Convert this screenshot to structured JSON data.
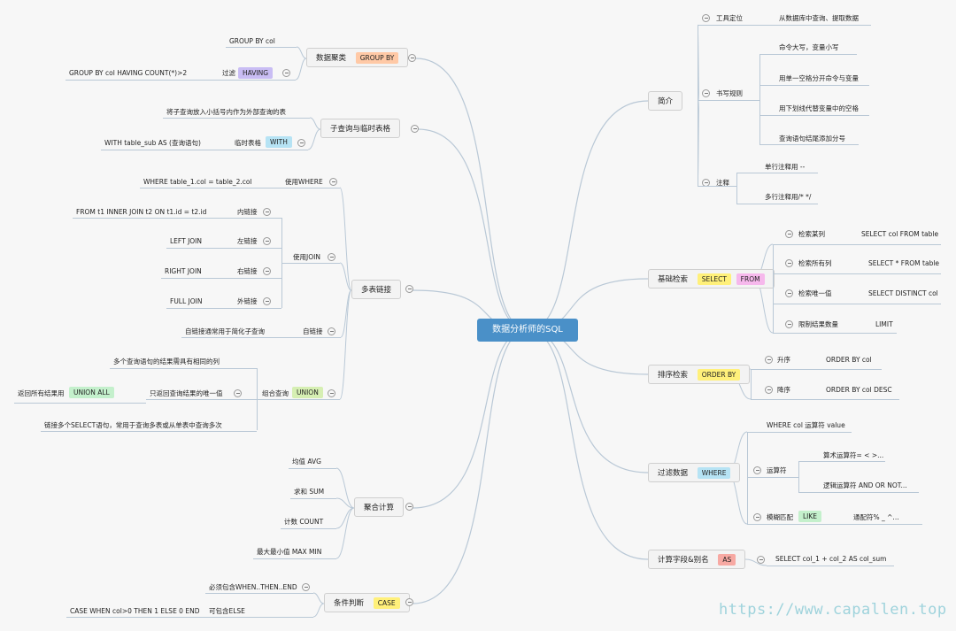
{
  "diagram": {
    "title": "数据分析师的SQL",
    "watermark": "https://www.capallen.top",
    "colors": {
      "center": "#4a90c8",
      "link": "#b9c8d6",
      "tag_orange": "#ffc9a6",
      "tag_purple": "#c9bdf4",
      "tag_blue": "#b6e3f4",
      "tag_green": "#d6efb3",
      "tag_yellow": "#fff07a",
      "tag_pink": "#f6b8ec",
      "tag_mint": "#c4f0cc",
      "tag_red": "#f7a9a3"
    },
    "left": [
      {
        "id": "group",
        "label": "数据聚类",
        "tag": "GROUP BY",
        "items": [
          {
            "text": "GROUP BY col"
          },
          {
            "label": "过滤",
            "tag": "HAVING",
            "text": "GROUP BY col HAVING COUNT(*)>2"
          }
        ]
      },
      {
        "id": "subquery",
        "label": "子查询与临时表格",
        "items": [
          {
            "text": "将子查询放入小括号内作为外部查询的表"
          },
          {
            "label": "临时表格",
            "tag": "WITH",
            "text": "WITH table_sub AS (查询语句)"
          }
        ]
      },
      {
        "id": "join",
        "label": "多表链接",
        "items": [
          {
            "label": "使用WHERE",
            "text": "WHERE table_1.col = table_2.col"
          },
          {
            "label": "使用JOIN",
            "children": [
              {
                "label": "内链接",
                "text": "FROM t1 INNER JOIN t2 ON t1.id = t2.id"
              },
              {
                "label": "左链接",
                "text": "LEFT JOIN"
              },
              {
                "label": "右链接",
                "text": "RIGHT JOIN"
              },
              {
                "label": "外链接",
                "text": "FULL JOIN"
              }
            ]
          },
          {
            "label": "自链接",
            "text": "自链接通常用于简化子查询"
          },
          {
            "label": "组合查询",
            "tag": "UNION",
            "children": [
              {
                "text": "多个查询语句的结果需具有相同的列"
              },
              {
                "label": "只返回查询结果的唯一值",
                "sub_label": "返回所有结果用",
                "sub_tag": "UNION ALL"
              },
              {
                "text": "链接多个SELECT语句，常用于查询多表或从单表中查询多次"
              }
            ]
          }
        ]
      },
      {
        "id": "agg",
        "label": "聚合计算",
        "items": [
          {
            "text": "均值 AVG"
          },
          {
            "text": "求和 SUM"
          },
          {
            "text": "计数 COUNT"
          },
          {
            "text": "最大最小值 MAX MIN"
          }
        ]
      },
      {
        "id": "case",
        "label": "条件判断",
        "tag": "CASE",
        "items": [
          {
            "text": "必须包含WHEN..THEN..END"
          },
          {
            "label": "可包含ELSE",
            "text": "CASE WHEN col>0 THEN 1 ELSE 0 END"
          }
        ]
      }
    ],
    "right": [
      {
        "id": "intro",
        "label": "简介",
        "items": [
          {
            "label": "工具定位",
            "text": "从数据库中查询、提取数据"
          },
          {
            "label": "书写规则",
            "children": [
              {
                "text": "命令大写，变量小写"
              },
              {
                "text": "用单一空格分开命令与变量"
              },
              {
                "text": "用下划线代替变量中的空格"
              },
              {
                "text": "查询语句结尾添加分号"
              }
            ]
          },
          {
            "label": "注释",
            "children": [
              {
                "text": "单行注释用 --"
              },
              {
                "text": "多行注释用/* */"
              }
            ]
          }
        ]
      },
      {
        "id": "select",
        "label": "基础检索",
        "tags": [
          "SELECT",
          "FROM"
        ],
        "items": [
          {
            "label": "检索某列",
            "text": "SELECT col FROM table"
          },
          {
            "label": "检索所有列",
            "text": "SELECT * FROM table"
          },
          {
            "label": "检索唯一值",
            "text": "SELECT DISTINCT col"
          },
          {
            "label": "限制结果数量",
            "text": "LIMIT"
          }
        ]
      },
      {
        "id": "order",
        "label": "排序检索",
        "tag": "ORDER BY",
        "items": [
          {
            "label": "升序",
            "text": "ORDER BY col"
          },
          {
            "label": "降序",
            "text": "ORDER BY col DESC"
          }
        ]
      },
      {
        "id": "filter",
        "label": "过滤数据",
        "tag": "WHERE",
        "items": [
          {
            "text": "WHERE col 运算符 value"
          },
          {
            "label": "运算符",
            "children": [
              {
                "text": "算术运算符= < >..."
              },
              {
                "text": "逻辑运算符 AND OR NOT..."
              }
            ]
          },
          {
            "label": "模糊匹配",
            "tag": "LIKE",
            "text": "通配符% _ ^..."
          }
        ]
      },
      {
        "id": "alias",
        "label": "计算字段&别名",
        "tag": "AS",
        "text": "SELECT col_1 + col_2 AS col_sum"
      }
    ]
  }
}
